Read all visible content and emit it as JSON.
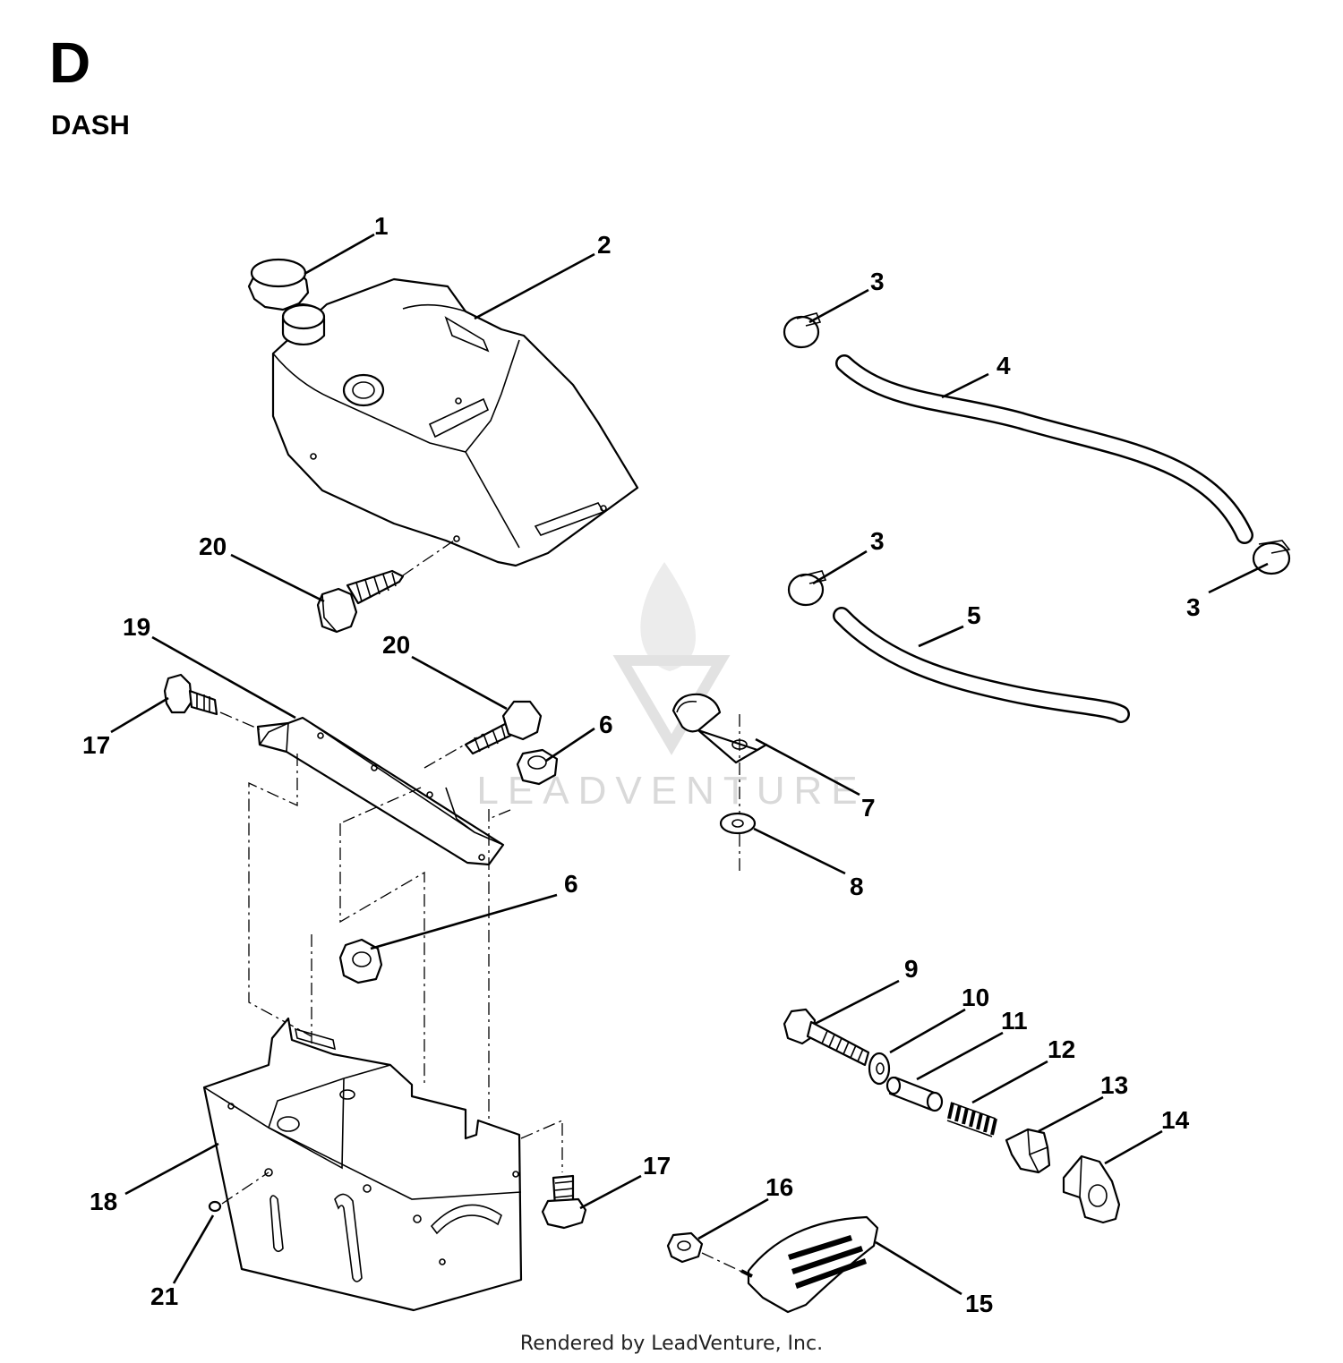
{
  "header": {
    "section_letter": "D",
    "section_title": "DASH"
  },
  "watermark": "LEADVENTURE",
  "footer": "Rendered by LeadVenture, Inc.",
  "callouts": {
    "c1": "1",
    "c2": "2",
    "c3a": "3",
    "c3b": "3",
    "c3c": "3",
    "c4": "4",
    "c5": "5",
    "c6a": "6",
    "c6b": "6",
    "c7": "7",
    "c8": "8",
    "c9": "9",
    "c10": "10",
    "c11": "11",
    "c12": "12",
    "c13": "13",
    "c14": "14",
    "c15": "15",
    "c16": "16",
    "c17a": "17",
    "c17b": "17",
    "c18": "18",
    "c19": "19",
    "c20a": "20",
    "c20b": "20",
    "c21": "21"
  }
}
